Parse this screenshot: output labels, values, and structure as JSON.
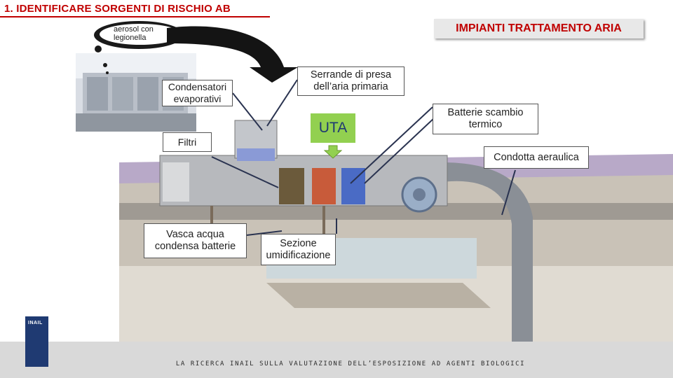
{
  "slide": {
    "title": "1. IDENTIFICARE SORGENTI DI RISCHIO AB",
    "banner": "IMPIANTI TRATTAMENTO ARIA"
  },
  "bubble": {
    "line1": "aerosol con",
    "line2": "legionella"
  },
  "labels": {
    "condensatori": [
      "Condensatori",
      "evaporativi"
    ],
    "serrande": [
      "Serrande di presa",
      "dell’aria primaria"
    ],
    "uta": "UTA",
    "batterie": [
      "Batterie scambio",
      "termico"
    ],
    "filtri": "Filtri",
    "condotta": "Condotta aeraulica",
    "vasca": [
      "Vasca acqua",
      "condensa batterie"
    ],
    "sezione": [
      "Sezione",
      "umidificazione"
    ]
  },
  "footer": {
    "text": "LA RICERCA INAIL SULLA VALUTAZIONE DELL’ESPOSIZIONE AD AGENTI BIOLOGICI",
    "logo": "INAIL"
  },
  "colors": {
    "title": "#c00000",
    "uta_box": "#92d050",
    "logo": "#1f3a72"
  }
}
